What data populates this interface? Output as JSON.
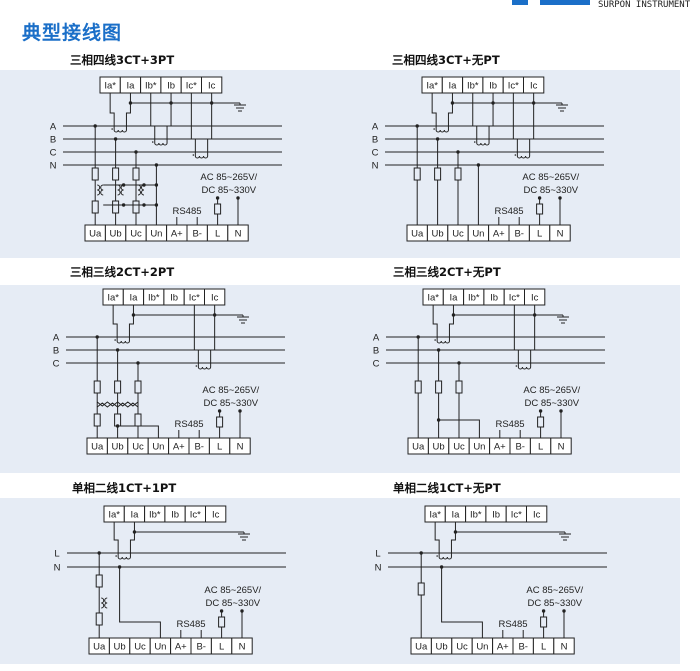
{
  "header": {
    "title": "典型接线图",
    "brand": "SURPON INSTRUMENT"
  },
  "diagrams": [
    {
      "title": "三相四线3CT+3PT",
      "lines": [
        "A",
        "B",
        "C",
        "N"
      ]
    },
    {
      "title": "三相四线3CT+无PT",
      "lines": [
        "A",
        "B",
        "C",
        "N"
      ]
    },
    {
      "title": "三相三线2CT+2PT",
      "lines": [
        "A",
        "B",
        "C"
      ]
    },
    {
      "title": "三相三线2CT+无PT",
      "lines": [
        "A",
        "B",
        "C"
      ]
    },
    {
      "title": "单相二线1CT+1PT",
      "lines": [
        "L",
        "N"
      ]
    },
    {
      "title": "单相二线1CT+无PT",
      "lines": [
        "L",
        "N"
      ]
    }
  ],
  "ct_terminals": [
    "Ia*",
    "Ia",
    "Ib*",
    "Ib",
    "Ic*",
    "Ic"
  ],
  "meter_terminals": [
    "Ua",
    "Ub",
    "Uc",
    "Un",
    "A+",
    "B-",
    "L",
    "N"
  ],
  "comm_label": "RS485",
  "power_supply": [
    "AC 85~265V/",
    "DC 85~330V"
  ]
}
